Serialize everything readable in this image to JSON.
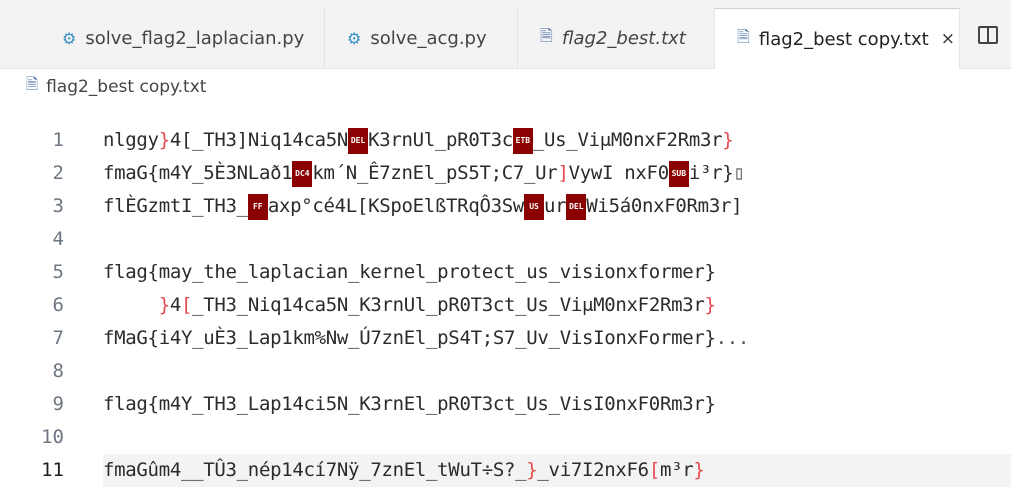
{
  "tabs": [
    {
      "label": "solve_flag2_laplacian.py",
      "icon": "python-icon",
      "italic": false,
      "active": false
    },
    {
      "label": "solve_acg.py",
      "icon": "python-icon",
      "italic": false,
      "active": false
    },
    {
      "label": "flag2_best.txt",
      "icon": "text-file-icon",
      "italic": true,
      "active": false
    },
    {
      "label": "flag2_best copy.txt",
      "icon": "text-file-icon",
      "italic": false,
      "active": true
    }
  ],
  "close_glyph": "×",
  "breadcrumb": "flag2_best copy.txt",
  "current_line": 11,
  "lines": [
    {
      "n": "1",
      "segs": [
        [
          "t",
          "nlggy"
        ],
        [
          "r",
          "}"
        ],
        [
          "t",
          "4[_TH3]Niq14ca5N"
        ],
        [
          "c",
          "DEL"
        ],
        [
          "t",
          "K3rnUl_pR0T3c"
        ],
        [
          "c",
          "ETB"
        ],
        [
          "t",
          "_Us_ViμM0nxF2Rm3r"
        ],
        [
          "r",
          "}"
        ]
      ]
    },
    {
      "n": "2",
      "segs": [
        [
          "t",
          "fmaG{m4Y_5È3NLað1"
        ],
        [
          "c",
          "DC4"
        ],
        [
          "t",
          "km´N_Ê7znEl_pS5T;C7_Ur"
        ],
        [
          "r",
          "]"
        ],
        [
          "t",
          "VywI nxF0"
        ],
        [
          "c",
          "SUB"
        ],
        [
          "t",
          "i³r}"
        ],
        [
          "d",
          "▯"
        ]
      ]
    },
    {
      "n": "3",
      "segs": [
        [
          "t",
          "flÈGzmtI_TH3_"
        ],
        [
          "c",
          "FF"
        ],
        [
          "t",
          "axp°cé4L[KSpoElßTRqÔ3Sw"
        ],
        [
          "c",
          "US"
        ],
        [
          "t",
          "ur"
        ],
        [
          "c",
          "DEL"
        ],
        [
          "t",
          "Wi5á0nxF0Rm3r]"
        ]
      ]
    },
    {
      "n": "4",
      "segs": []
    },
    {
      "n": "5",
      "segs": [
        [
          "t",
          "flag{may_the_laplacian_kernel_protect_us_visionxformer}"
        ]
      ]
    },
    {
      "n": "6",
      "segs": [
        [
          "t",
          "     "
        ],
        [
          "r",
          "}"
        ],
        [
          "t",
          "4"
        ],
        [
          "r",
          "["
        ],
        [
          "t",
          "_TH3_Niq14ca5N_K3rnUl_pR0T3ct_Us_ViμM0nxF2Rm3r"
        ],
        [
          "r",
          "}"
        ]
      ]
    },
    {
      "n": "7",
      "segs": [
        [
          "t",
          "fMaG{i4Y_uÈ3_Lap1km%Nw_Ú7znEl_pS4T;S7_Uv_VisIonxFormer}"
        ],
        [
          "d",
          "..."
        ]
      ]
    },
    {
      "n": "8",
      "segs": []
    },
    {
      "n": "9",
      "segs": [
        [
          "t",
          "flag{m4Y_TH3_Lap14ci5N_K3rnEl_pR0T3ct_Us_VisI0nxF0Rm3r}"
        ]
      ]
    },
    {
      "n": "10",
      "segs": []
    },
    {
      "n": "11",
      "segs": [
        [
          "t",
          "fmaGûm4__TÛ3_nép14cí7Nÿ_7znEl_tWuT÷S?_"
        ],
        [
          "r",
          "}"
        ],
        [
          "t",
          "_vi7I2nxF6"
        ],
        [
          "r",
          "["
        ],
        [
          "t",
          "m³r"
        ],
        [
          "r",
          "}"
        ]
      ]
    }
  ]
}
